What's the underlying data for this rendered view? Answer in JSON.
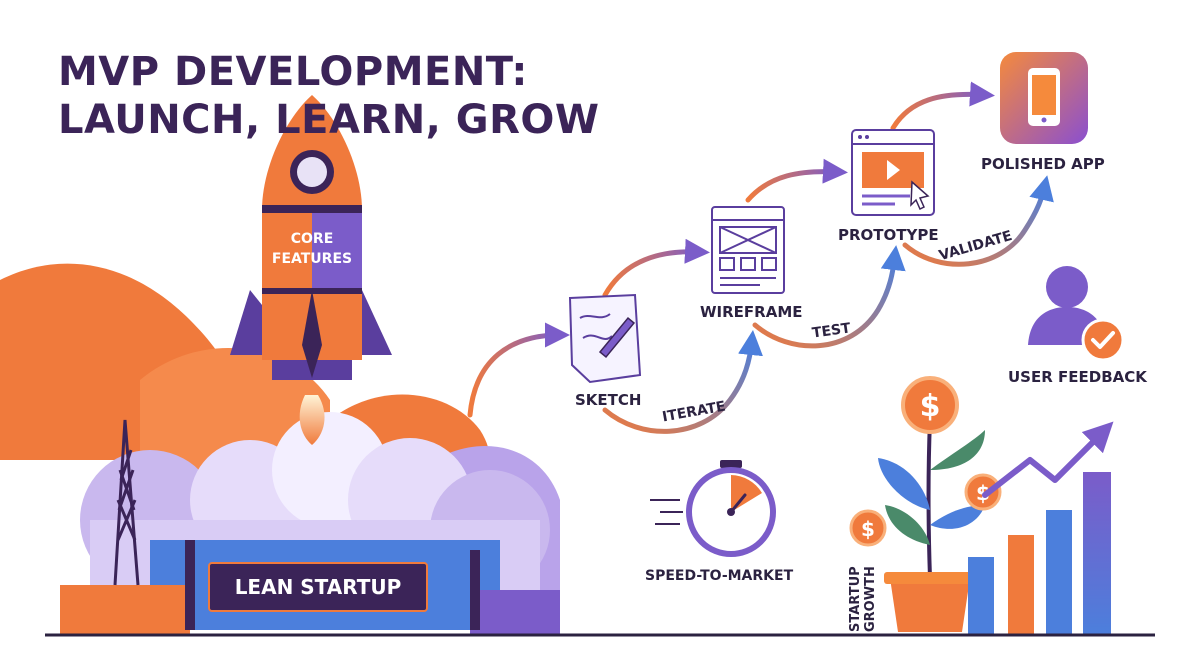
{
  "title": {
    "line1": "MVP DEVELOPMENT:",
    "line2": "LAUNCH, LEARN, GROW"
  },
  "rocket": {
    "label_line1": "CORE",
    "label_line2": "FEATURES"
  },
  "launch_sign": "LEAN STARTUP",
  "stages": {
    "sketch": "SKETCH",
    "wireframe": "WIREFRAME",
    "prototype": "PROTOTYPE",
    "polished": "POLISHED APP"
  },
  "transitions": {
    "iterate": "ITERATE",
    "test": "TEST",
    "validate": "VALIDATE"
  },
  "user_feedback": "USER FEEDBACK",
  "speed": "SPEED-TO-MARKET",
  "growth": {
    "line1": "STARTUP",
    "line2": "GROWTH"
  },
  "coin_symbol": "$",
  "colors": {
    "title": "#3b2458",
    "orange": "#f07a3c",
    "purple": "#7b5cc9",
    "blue": "#4c7fdc",
    "green": "#4a8a6a",
    "cloud": "#c9b8ee"
  }
}
